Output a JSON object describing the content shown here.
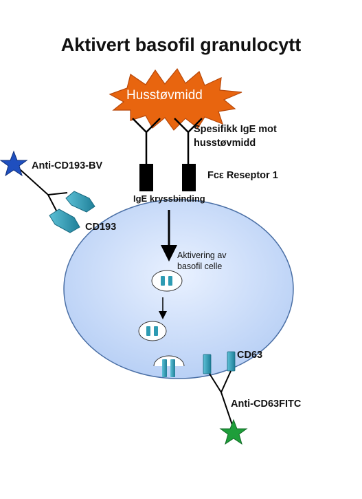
{
  "title": "Aktivert basofil granulocytt",
  "allergen": "Husstøvmidd",
  "labels": {
    "specific_ige_line1": "Spesifikk IgE mot",
    "specific_ige_line2": "husstøvmidd",
    "receptor": "Fcε Reseptor 1",
    "crosslinking": "IgE kryssbinding",
    "activation_line1": "Aktivering av",
    "activation_line2": "basofil celle",
    "cd193": "CD193",
    "anti_cd193": "Anti-CD193-BV",
    "cd63": "CD63",
    "anti_cd63": "Anti-CD63FITC"
  },
  "colors": {
    "cell_fill": "#cfe0fb",
    "cell_stroke": "#4a6fa5",
    "allergen_fill": "#e8650f",
    "receptor": "#000000",
    "marker": "#2e9bb3",
    "star_blue": "#1f4fbf",
    "star_green": "#1e9e3a"
  },
  "icons": {
    "allergen": "starburst-icon",
    "antibody": "y-shape-icon",
    "fluorochrome_cd193": "blue-star-icon",
    "fluorochrome_cd63": "green-star-icon",
    "granule": "vesicle-icon"
  }
}
